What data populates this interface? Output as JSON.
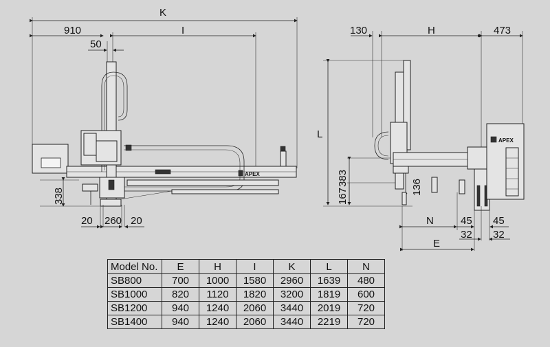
{
  "front_view": {
    "dims": {
      "K": "K",
      "d910": "910",
      "I": "I",
      "d50": "50",
      "d338": "338",
      "d20a": "20",
      "d260": "260",
      "d20b": "20"
    },
    "logo": "APEX"
  },
  "side_view": {
    "dims": {
      "d130": "130",
      "H": "H",
      "d473": "473",
      "L": "L",
      "d383": "383",
      "d167": "167",
      "d136": "136",
      "N": "N",
      "E": "E",
      "d45a": "45",
      "d45b": "45",
      "d32a": "32",
      "d32b": "32"
    },
    "logo": "APEX"
  },
  "spec_table": {
    "headers": [
      "Model No.",
      "E",
      "H",
      "I",
      "K",
      "L",
      "N"
    ],
    "rows": [
      [
        "SB800",
        "700",
        "1000",
        "1580",
        "2960",
        "1639",
        "480"
      ],
      [
        "SB1000",
        "820",
        "1120",
        "1820",
        "3200",
        "1819",
        "600"
      ],
      [
        "SB1200",
        "940",
        "1240",
        "2060",
        "3440",
        "2019",
        "720"
      ],
      [
        "SB1400",
        "940",
        "1240",
        "2060",
        "3440",
        "2219",
        "720"
      ]
    ]
  },
  "colors": {
    "background": "#d6d6d6",
    "line": "#222222"
  }
}
